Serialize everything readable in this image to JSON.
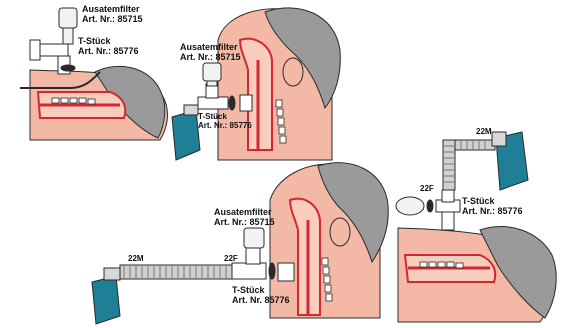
{
  "colors": {
    "skin": "#f4b9a6",
    "skin_light": "#f8cdbd",
    "airway": "#d3282f",
    "hair": "#9a9a9a",
    "device": "#1f7f96",
    "outline": "#2a2a2a"
  },
  "panels": [
    {
      "id": "top-left",
      "filter_title": "Ausatemfilter",
      "filter_art": "Art. Nr.: 85715",
      "tpiece_title": "T-Stück",
      "tpiece_art": "Art. Nr.: 85776"
    },
    {
      "id": "top-middle",
      "filter_title": "Ausatemfilter",
      "filter_art": "Art. Nr.: 85715",
      "tpiece_title": "T-Stück",
      "tpiece_art": "Art. Nr.: 85776"
    },
    {
      "id": "bottom-middle",
      "filter_title": "Ausatemfilter",
      "filter_art": "Art. Nr.: 85715",
      "tpiece_title": "T-Stück",
      "tpiece_art": "Art. Nr. 85776",
      "tube_label": "22M",
      "connector_label": "22F"
    },
    {
      "id": "right",
      "tpiece_title": "T-Stück",
      "tpiece_art": "Art. Nr.: 85776",
      "tube_label": "22M",
      "connector_label": "22F"
    }
  ]
}
